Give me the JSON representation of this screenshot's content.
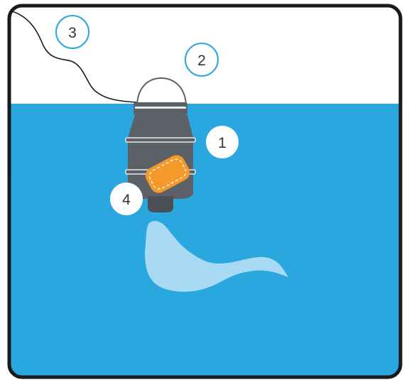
{
  "diagram": {
    "callouts": [
      {
        "id": "callout-1",
        "label": "1",
        "style": "filled"
      },
      {
        "id": "callout-2",
        "label": "2",
        "style": "outlined"
      },
      {
        "id": "callout-3",
        "label": "3",
        "style": "outlined"
      },
      {
        "id": "callout-4",
        "label": "4",
        "style": "filled"
      }
    ],
    "colors": {
      "water": "#2ba7e0",
      "sky": "#ffffff",
      "frame_border": "#1a1a1a",
      "device_body": "#5b6167",
      "device_dark": "#4a4f55",
      "dome": "#ffffff",
      "sensor_pad": "#f39a2b",
      "plume": "#a8dbf3",
      "callout_ring": "#2ba7e0"
    },
    "icons": {
      "device": "floating-sensor-buoy-icon",
      "cable": "tether-cable-icon",
      "plume": "discharge-plume-icon"
    }
  }
}
